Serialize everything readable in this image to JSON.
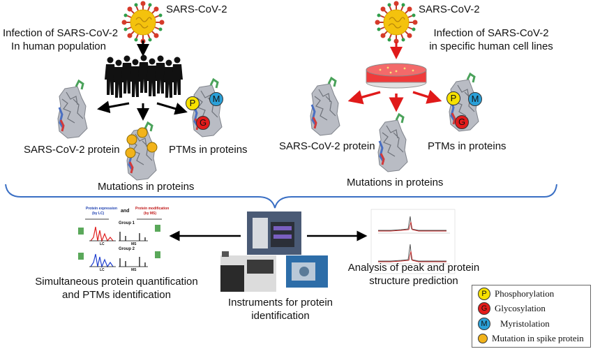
{
  "left_panel": {
    "virus_label": "SARS-CoV-2",
    "infection_line1": "Infection of SARS-CoV-2",
    "infection_line2": "In human population",
    "protein_label": "SARS-CoV-2 protein",
    "ptm_label": "PTMs in proteins",
    "mutation_label": "Mutations in proteins"
  },
  "right_panel": {
    "virus_label": "SARS-CoV-2",
    "infection_line1": "Infection of SARS-CoV-2",
    "infection_line2": "in specific human cell lines",
    "protein_label": "SARS-CoV-2 protein",
    "ptm_label": "PTMs in proteins",
    "mutation_label": "Mutations in proteins"
  },
  "bottom": {
    "quant_line1": "Simultaneous protein quantification",
    "quant_line2": "and PTMs identification",
    "instr_line1": "Instruments for protein",
    "instr_line2": "identification",
    "analysis_line1": "Analysis of peak and protein",
    "analysis_line2": "structure prediction"
  },
  "quant_figure": {
    "protein_expression": "Protein expression",
    "by_lc": "(by LC)",
    "and": "and",
    "protein_modification": "Protein modification",
    "by_ms": "(by MS)",
    "group1": "Group 1",
    "group2": "Group 2",
    "lc": "LC",
    "ms": "MS"
  },
  "ptm_badges": {
    "p": "P",
    "m": "M",
    "g": "G"
  },
  "legend": [
    {
      "symbol": "P",
      "label": "Phosphorylation",
      "color": "#f7e100"
    },
    {
      "symbol": "G",
      "label": "Glycosylation",
      "color": "#e31b1b"
    },
    {
      "symbol": "M",
      "label": "Myristolation",
      "color": "#2aa0d8"
    },
    {
      "symbol": "",
      "label": "Mutation in spike protein",
      "color": "#f2b31a"
    }
  ],
  "colors": {
    "arrow_left": "#000000",
    "arrow_right": "#e01a1a",
    "brace": "#3a6fc4"
  }
}
